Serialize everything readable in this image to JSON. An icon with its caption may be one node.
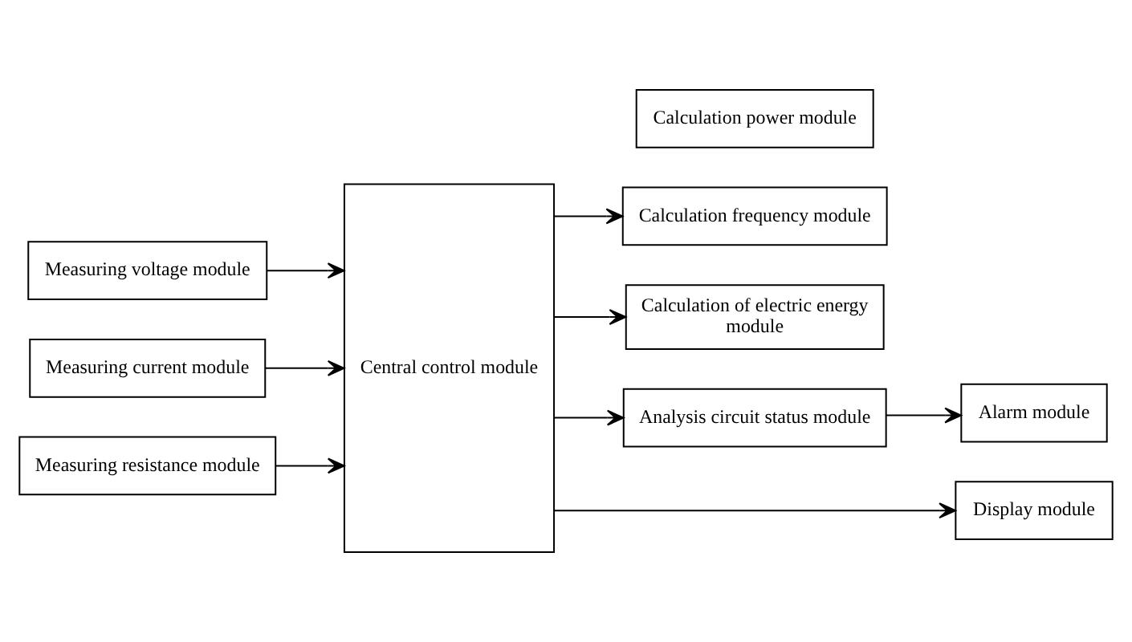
{
  "diagram": {
    "nodes": [
      {
        "text": [
          "Measuring voltage module"
        ]
      },
      {
        "text": [
          "Central control module"
        ]
      },
      {
        "text": [
          "Calculation power module"
        ]
      },
      {
        "text": [
          "Measuring current module"
        ]
      },
      {
        "text": [
          "Calculation frequency module"
        ]
      },
      {
        "text": [
          "Calculation of electric energy module"
        ]
      },
      {
        "text": [
          "Measuring resistance module"
        ]
      },
      {
        "text": [
          "Analysis circuit status module"
        ]
      },
      {
        "text": [
          "Display module"
        ]
      },
      {
        "text": [
          "Alarm module"
        ]
      }
    ],
    "edges": [
      {
        "from": 0,
        "to": 1,
        "arrow": "to"
      },
      {
        "from": 3,
        "to": 1,
        "arrow": "to"
      },
      {
        "from": 6,
        "to": 1,
        "arrow": "to"
      },
      {
        "from": 1,
        "to": 4,
        "arrow": "to"
      },
      {
        "from": 1,
        "to": 5,
        "arrow": "to"
      },
      {
        "from": 1,
        "to": 7,
        "arrow": "to"
      },
      {
        "from": 1,
        "to": 8,
        "arrow": "to"
      },
      {
        "from": 7,
        "to": 9,
        "arrow": "to"
      }
    ]
  }
}
